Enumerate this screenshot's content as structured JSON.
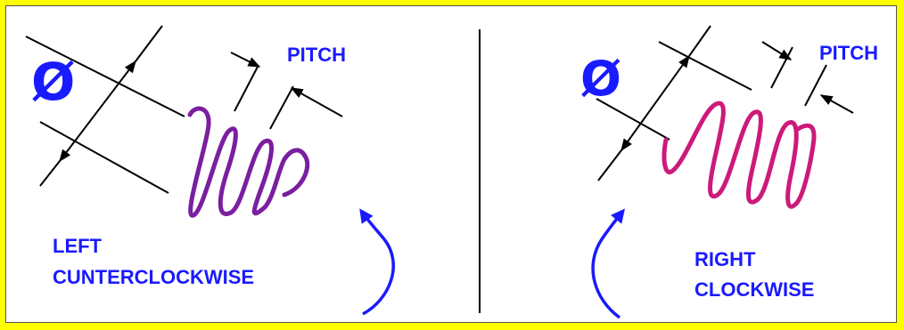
{
  "colors": {
    "background": "#ffff00",
    "panel": "#ffffff",
    "label_blue": "#1a1aff",
    "left_spring": "#7a1fa0",
    "right_spring": "#cc1a7a",
    "dimension_lines": "#000000"
  },
  "left": {
    "diameter_symbol": "Ø",
    "pitch_label": "PITCH",
    "direction_line1": "LEFT",
    "direction_line2": "CUNTERCLOCKWISE"
  },
  "right": {
    "diameter_symbol": "Ø",
    "pitch_label": "PITCH",
    "direction_line1": "RIGHT",
    "direction_line2": "CLOCKWISE"
  }
}
